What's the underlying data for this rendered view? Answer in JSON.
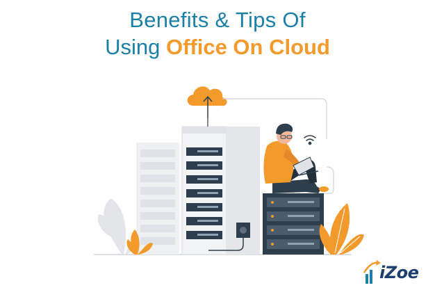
{
  "title": {
    "line1": "Benefits & Tips Of",
    "line2_prefix": "Using ",
    "line2_accent": "Office On Cloud"
  },
  "logo": {
    "text": "iZoe"
  },
  "colors": {
    "title": "#1c7fa8",
    "accent": "#f39a2c",
    "server_dark": "#2f3e4c",
    "server_light": "#e9ebee",
    "orange": "#f39a2c",
    "logo_navy": "#1c3f6e"
  },
  "icons": [
    "cloud-upload-icon",
    "wifi-icon",
    "laptop-icon",
    "leaf-icon"
  ]
}
